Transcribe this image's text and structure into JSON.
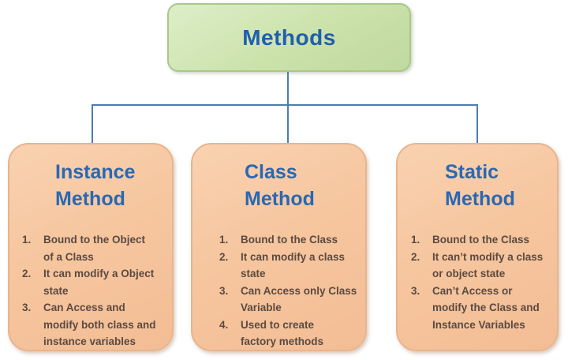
{
  "diagram": {
    "root": {
      "label": "Methods"
    },
    "nodes": [
      {
        "title": "Instance\nMethod",
        "items": [
          {
            "num": "1.",
            "text": "Bound to the Object\nof a Class"
          },
          {
            "num": "2.",
            "text": "It can modify a Object\nstate"
          },
          {
            "num": "3.",
            "text": "Can Access and\nmodify both class and\ninstance variables"
          }
        ]
      },
      {
        "title": "Class\nMethod",
        "items": [
          {
            "num": "1.",
            "text": "Bound to the Class"
          },
          {
            "num": "2.",
            "text": "It can modify a class\nstate"
          },
          {
            "num": "3.",
            "text": "Can Access only Class\nVariable"
          },
          {
            "num": "4.",
            "text": "Used to create\nfactory methods"
          }
        ]
      },
      {
        "title": "Static\nMethod",
        "items": [
          {
            "num": "1.",
            "text": "Bound to the Class"
          },
          {
            "num": "2.",
            "text": "It can’t modify a class\nor object state"
          },
          {
            "num": "3.",
            "text": "Can’t Access or\nmodify the Class and\nInstance Variables"
          }
        ]
      }
    ]
  },
  "colors": {
    "root-fill": "#cbe2ab",
    "root-border": "#a8c889",
    "title-blue": "#1e5fae",
    "node-fill": "#f6c69f",
    "node-border": "#e9b48c",
    "node-title-blue": "#2a68b2",
    "list-text": "#5b4a41",
    "connector": "#4d7cb3"
  }
}
